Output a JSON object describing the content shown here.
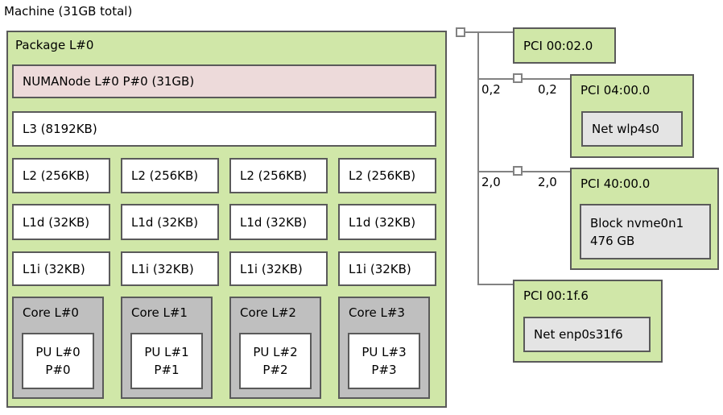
{
  "machine_label": "Machine (31GB total)",
  "package": {
    "label": "Package L#0",
    "numanode_label": "NUMANode L#0 P#0 (31GB)",
    "l3_label": "L3 (8192KB)",
    "l2": [
      "L2 (256KB)",
      "L2 (256KB)",
      "L2 (256KB)",
      "L2 (256KB)"
    ],
    "l1d": [
      "L1d (32KB)",
      "L1d (32KB)",
      "L1d (32KB)",
      "L1d (32KB)"
    ],
    "l1i": [
      "L1i (32KB)",
      "L1i (32KB)",
      "L1i (32KB)",
      "L1i (32KB)"
    ],
    "cores": [
      {
        "label": "Core L#0",
        "pu": [
          "PU L#0",
          "P#0"
        ]
      },
      {
        "label": "Core L#1",
        "pu": [
          "PU L#1",
          "P#1"
        ]
      },
      {
        "label": "Core L#2",
        "pu": [
          "PU L#2",
          "P#2"
        ]
      },
      {
        "label": "Core L#3",
        "pu": [
          "PU L#3",
          "P#3"
        ]
      }
    ]
  },
  "io": {
    "link_labels": {
      "wifi_left": "0,2",
      "wifi_right": "0,2",
      "nvme_left": "2,0",
      "nvme_right": "2,0"
    },
    "pci": [
      {
        "label": "PCI 00:02.0"
      },
      {
        "label": "PCI 04:00.0",
        "device": "Net wlp4s0"
      },
      {
        "label": "PCI 40:00.0",
        "device_lines": [
          "Block nvme0n1",
          "476 GB"
        ]
      },
      {
        "label": "PCI 00:1f.6",
        "device": "Net enp0s31f6"
      }
    ]
  },
  "colors": {
    "package_green": "#d0e7a8",
    "numanode_pink": "#eddada",
    "core_gray": "#bfbfbf",
    "device_gray": "#e4e4e4",
    "box_border": "#5a5a5a",
    "line_gray": "#828282"
  }
}
